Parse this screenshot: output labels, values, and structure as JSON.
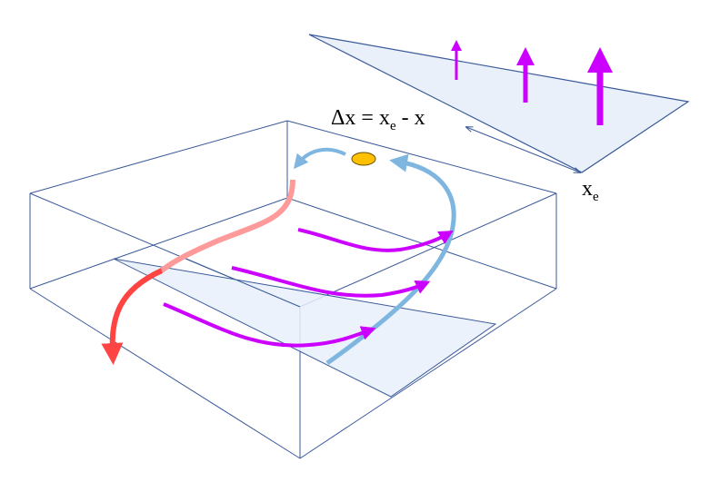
{
  "labels": {
    "delta_x": "Δx = x",
    "delta_x_sub": "e",
    "delta_x_tail": " - x",
    "xe": "x",
    "xe_sub": "e"
  },
  "colors": {
    "box_line": "#3a5a9a",
    "plane_fill": "#e9f0fa",
    "magenta": "#cc00ff",
    "blue_flow": "#7fb6e0",
    "red_flow_light": "#ff9a9a",
    "red_flow": "#ff4444",
    "marker": "#ffc000"
  }
}
